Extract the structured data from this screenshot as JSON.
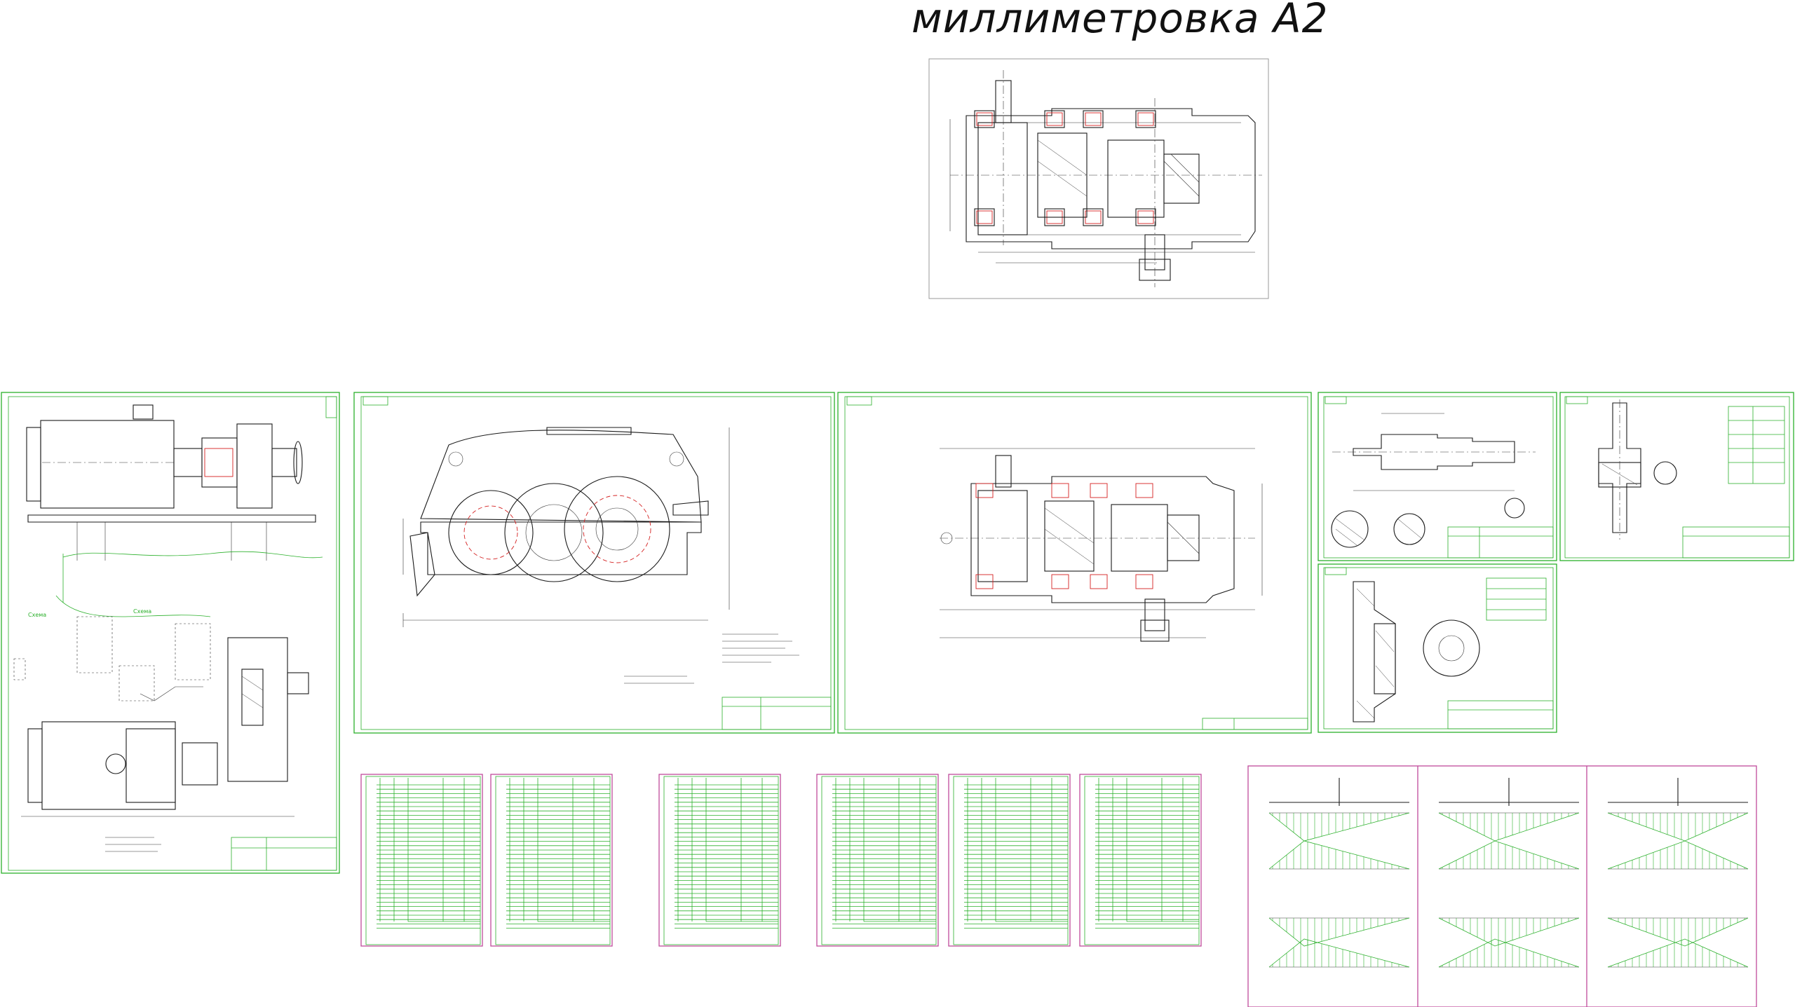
{
  "header": {
    "title": "миллиметровка А2"
  },
  "colors": {
    "frame": "#2bb02b",
    "lines": "#1a1a1a",
    "accent": "#d42020",
    "spec_frame": "#c04a9c"
  },
  "sheets": [
    {
      "id": "top-drawing"
    },
    {
      "id": "drive-general-view"
    },
    {
      "id": "reducer-side-view"
    },
    {
      "id": "reducer-section"
    },
    {
      "id": "shaft-detail"
    },
    {
      "id": "gear-detail"
    },
    {
      "id": "wheel-detail"
    },
    {
      "id": "spec-1"
    },
    {
      "id": "spec-2"
    },
    {
      "id": "spec-3"
    },
    {
      "id": "spec-4"
    },
    {
      "id": "spec-5"
    },
    {
      "id": "spec-6"
    },
    {
      "id": "moment-diagrams"
    }
  ]
}
